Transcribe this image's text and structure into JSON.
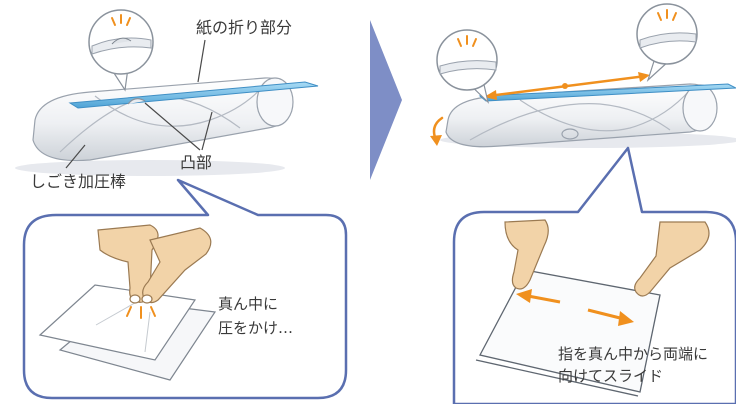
{
  "left_panel": {
    "fold_label": "紙の折り部分",
    "bar_label": "しごき加圧棒",
    "bump_label": "凸部",
    "bubble_text_line1": "真ん中に",
    "bubble_text_line2": "圧をかけ…"
  },
  "right_panel": {
    "bubble_text_line1": "指を真ん中から両端に",
    "bubble_text_line2": "向けてスライド"
  },
  "colors": {
    "outline": "#5a6fb0",
    "arrow_accent": "#f0901e",
    "rod_blue": "#66b6e4",
    "separator": "#7e8ec6",
    "skin": "#f2d3a8"
  }
}
